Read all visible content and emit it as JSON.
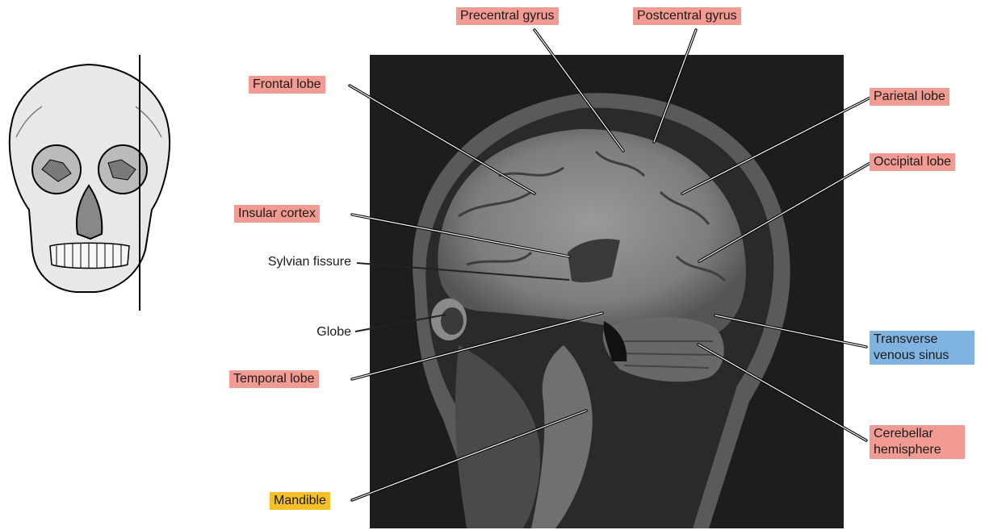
{
  "colors": {
    "label_red": "#f29b93",
    "label_blue": "#7fb3e0",
    "label_yellow": "#f6bf26",
    "mri_background": "#1d1d1d"
  },
  "labels": {
    "precentral_gyrus": "Precentral gyrus",
    "postcentral_gyrus": "Postcentral gyrus",
    "frontal_lobe": "Frontal lobe",
    "parietal_lobe": "Parietal lobe",
    "occipital_lobe": "Occipital lobe",
    "insular_cortex": "Insular cortex",
    "sylvian_fissure": "Sylvian fissure",
    "globe": "Globe",
    "temporal_lobe": "Temporal lobe",
    "transverse_venous_sinus": "Transverse venous sinus",
    "cerebellar_hemisphere": "Cerebellar hemisphere",
    "mandible": "Mandible"
  },
  "icons": {
    "skull": "skull-frontal-view-icon",
    "mri": "sagittal-mri-brain-image"
  }
}
